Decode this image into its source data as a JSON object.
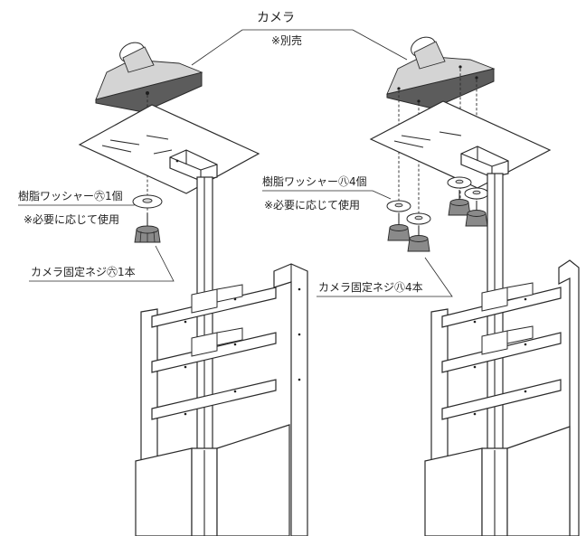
{
  "labels": {
    "camera": "カメラ",
    "sold_separately": "※別売",
    "washer_large": "樹脂ワッシャー㊅1個",
    "washer_large_note": "※必要に応じて使用",
    "screw_large": "カメラ固定ネジ㊅1本",
    "washer_small": "樹脂ワッシャー㊇4個",
    "washer_small_note": "※必要に応じて使用",
    "screw_small": "カメラ固定ネジ㊇4本"
  },
  "colors": {
    "line": "#2a2a2a",
    "camera_body": "#5c5c5c",
    "screw": "#8a8a8a"
  }
}
